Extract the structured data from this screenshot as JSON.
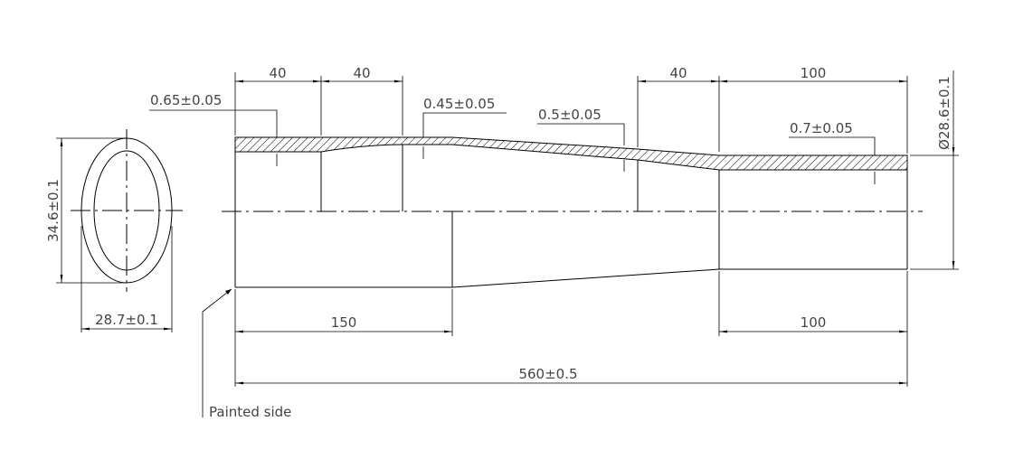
{
  "labels": {
    "dim_40_a": "40",
    "dim_40_b": "40",
    "dim_40_c": "40",
    "dim_100_top": "100",
    "dim_100_bottom": "100",
    "dim_150": "150",
    "dim_560": "560±0.5",
    "dim_dia": "Ø28.6±0.1",
    "dim_height": "34.6±0.1",
    "dim_width": "28.7±0.1",
    "thk_065": "0.65±0.05",
    "thk_045": "0.45±0.05",
    "thk_05": "0.5±0.05",
    "thk_07": "0.7±0.05",
    "painted_side": "Painted side"
  }
}
